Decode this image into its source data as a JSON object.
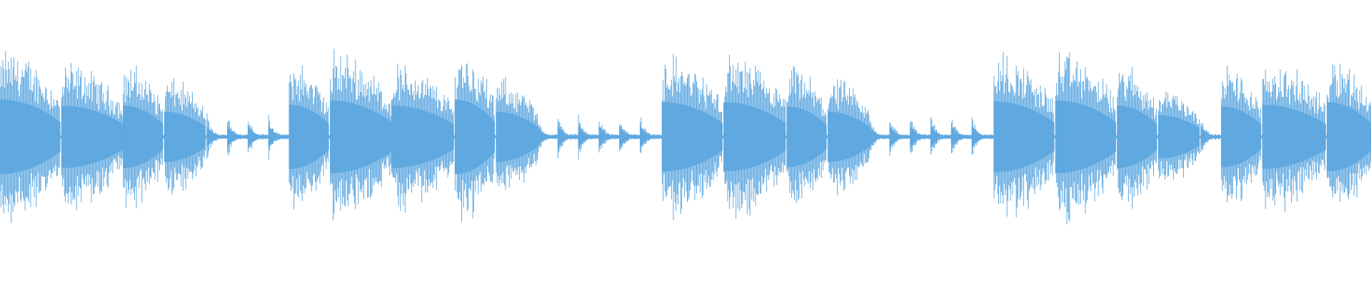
{
  "waveform": {
    "color": "#5fa8e0",
    "background": "#ffffff",
    "description_note": "",
    "events": [
      {
        "t": 0.0,
        "amp": 0.86,
        "dur": 0.044,
        "kind": "burst"
      },
      {
        "t": 0.045,
        "amp": 0.72,
        "dur": 0.045,
        "kind": "burst"
      },
      {
        "t": 0.09,
        "amp": 0.72,
        "dur": 0.029,
        "kind": "burst"
      },
      {
        "t": 0.12,
        "amp": 0.58,
        "dur": 0.03,
        "kind": "burst"
      },
      {
        "t": 0.151,
        "amp": 0.24,
        "dur": 0.015,
        "kind": "tick"
      },
      {
        "t": 0.166,
        "amp": 0.24,
        "dur": 0.015,
        "kind": "tick"
      },
      {
        "t": 0.181,
        "amp": 0.24,
        "dur": 0.015,
        "kind": "tick"
      },
      {
        "t": 0.196,
        "amp": 0.24,
        "dur": 0.015,
        "kind": "tick"
      },
      {
        "t": 0.211,
        "amp": 0.74,
        "dur": 0.029,
        "kind": "burst"
      },
      {
        "t": 0.241,
        "amp": 0.84,
        "dur": 0.045,
        "kind": "burst"
      },
      {
        "t": 0.286,
        "amp": 0.72,
        "dur": 0.045,
        "kind": "burst"
      },
      {
        "t": 0.332,
        "amp": 0.86,
        "dur": 0.029,
        "kind": "burst"
      },
      {
        "t": 0.362,
        "amp": 0.58,
        "dur": 0.03,
        "kind": "burst"
      },
      {
        "t": 0.392,
        "amp": 0.24,
        "dur": 0.015,
        "kind": "tick"
      },
      {
        "t": 0.407,
        "amp": 0.24,
        "dur": 0.015,
        "kind": "tick"
      },
      {
        "t": 0.422,
        "amp": 0.24,
        "dur": 0.015,
        "kind": "tick"
      },
      {
        "t": 0.437,
        "amp": 0.24,
        "dur": 0.015,
        "kind": "tick"
      },
      {
        "t": 0.452,
        "amp": 0.24,
        "dur": 0.015,
        "kind": "tick"
      },
      {
        "t": 0.467,
        "amp": 0.24,
        "dur": 0.015,
        "kind": "tick"
      },
      {
        "t": 0.483,
        "amp": 0.8,
        "dur": 0.044,
        "kind": "burst"
      },
      {
        "t": 0.528,
        "amp": 0.8,
        "dur": 0.045,
        "kind": "burst"
      },
      {
        "t": 0.574,
        "amp": 0.7,
        "dur": 0.029,
        "kind": "burst"
      },
      {
        "t": 0.604,
        "amp": 0.58,
        "dur": 0.03,
        "kind": "burst"
      },
      {
        "t": 0.634,
        "amp": 0.24,
        "dur": 0.015,
        "kind": "tick"
      },
      {
        "t": 0.649,
        "amp": 0.24,
        "dur": 0.015,
        "kind": "tick"
      },
      {
        "t": 0.664,
        "amp": 0.24,
        "dur": 0.015,
        "kind": "tick"
      },
      {
        "t": 0.679,
        "amp": 0.24,
        "dur": 0.015,
        "kind": "tick"
      },
      {
        "t": 0.694,
        "amp": 0.24,
        "dur": 0.015,
        "kind": "tick"
      },
      {
        "t": 0.709,
        "amp": 0.24,
        "dur": 0.015,
        "kind": "tick"
      },
      {
        "t": 0.725,
        "amp": 0.82,
        "dur": 0.044,
        "kind": "burst"
      },
      {
        "t": 0.77,
        "amp": 0.84,
        "dur": 0.044,
        "kind": "burst"
      },
      {
        "t": 0.815,
        "amp": 0.72,
        "dur": 0.029,
        "kind": "burst"
      },
      {
        "t": 0.845,
        "amp": 0.5,
        "dur": 0.03,
        "kind": "burst"
      },
      {
        "t": 0.876,
        "amp": 0.24,
        "dur": 0.014,
        "kind": "tick"
      },
      {
        "t": 0.891,
        "amp": 0.7,
        "dur": 0.029,
        "kind": "burst"
      },
      {
        "t": 0.921,
        "amp": 0.74,
        "dur": 0.046,
        "kind": "burst"
      },
      {
        "t": 0.968,
        "amp": 0.8,
        "dur": 0.032,
        "kind": "burst"
      }
    ]
  }
}
